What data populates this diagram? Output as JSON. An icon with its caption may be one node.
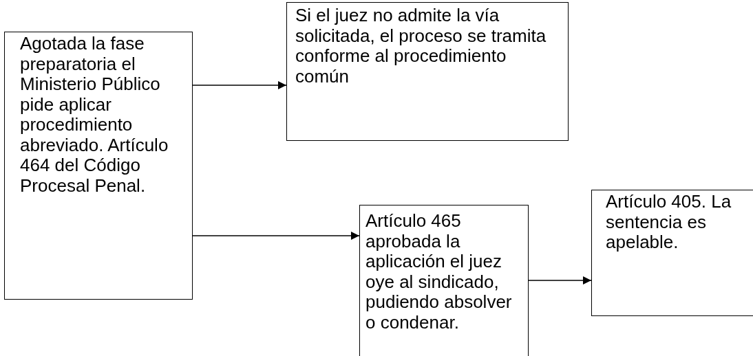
{
  "diagram": {
    "nodes": [
      {
        "text": [
          "Agotada la fase preparatoria el Ministerio Público pide aplicar procedimiento abreviado. Artículo 464 del Código Procesal Penal."
        ]
      },
      {
        "text": [
          "Si el juez no admite la vía solicitada, el proceso se tramita conforme al procedimiento común"
        ]
      },
      {
        "text": [
          "Artículo 465 aprobada la aplicación el juez oye al sindicado, pudiendo absolver o condenar."
        ]
      },
      {
        "text": [
          "Artículo 405. La sentencia es apelable."
        ]
      }
    ],
    "edges": [
      {
        "from": 0,
        "to": 1,
        "arrow": "to"
      },
      {
        "from": 0,
        "to": 2,
        "arrow": "to"
      },
      {
        "from": 2,
        "to": 3,
        "arrow": "to"
      }
    ]
  }
}
